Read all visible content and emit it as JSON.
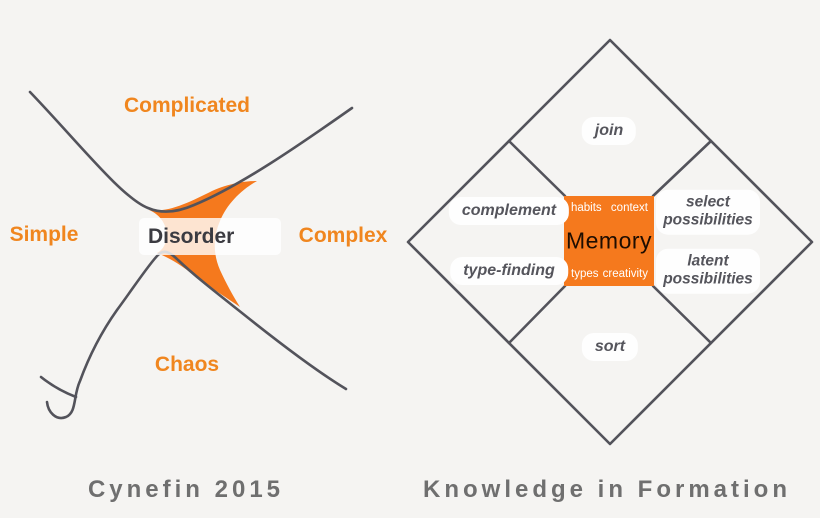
{
  "colors": {
    "background": "#f5f4f2",
    "accent_orange": "#f5791d",
    "label_orange": "#f0861f",
    "line_gray": "#53535b",
    "pill_text_gray": "#55555c",
    "title_gray": "#6f6f6f"
  },
  "left_diagram": {
    "title": "Cynefin 2015",
    "label_top": "Complicated",
    "label_left": "Simple",
    "label_right": "Complex",
    "label_bottom": "Chaos",
    "label_center": "Disorder"
  },
  "right_diagram": {
    "title": "Knowledge in Formation",
    "pill_top": "join",
    "pill_left_upper": "complement",
    "pill_left_lower": "type-finding",
    "pill_right_upper": "select possibilities",
    "pill_right_lower": "latent possibilities",
    "pill_bottom": "sort",
    "memory_box": {
      "center": "Memory",
      "top_left": "habits",
      "top_right": "context",
      "bottom_left": "types",
      "bottom_right": "creativity"
    }
  }
}
